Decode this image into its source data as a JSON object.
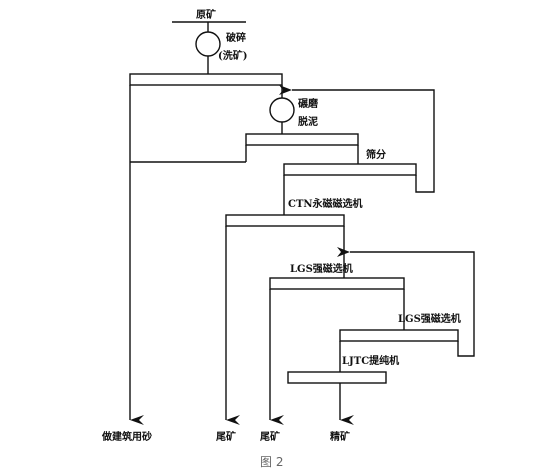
{
  "diagram": {
    "nodes": {
      "raw_ore": "原矿",
      "crush_1": "破碎",
      "crush_2": "(洗矿)",
      "grind_1": "碾磨",
      "grind_2": "脱泥",
      "screen": "筛分",
      "ctn": "CTN永磁磁选机",
      "lgs_1": "LGS强磁选机",
      "lgs_2": "LGS强磁选机",
      "ljtc": "LJTC提纯机"
    },
    "outputs": {
      "sand": "做建筑用砂",
      "tail_1": "尾矿",
      "tail_2": "尾矿",
      "concentrate": "精矿"
    },
    "caption": "图 2"
  }
}
